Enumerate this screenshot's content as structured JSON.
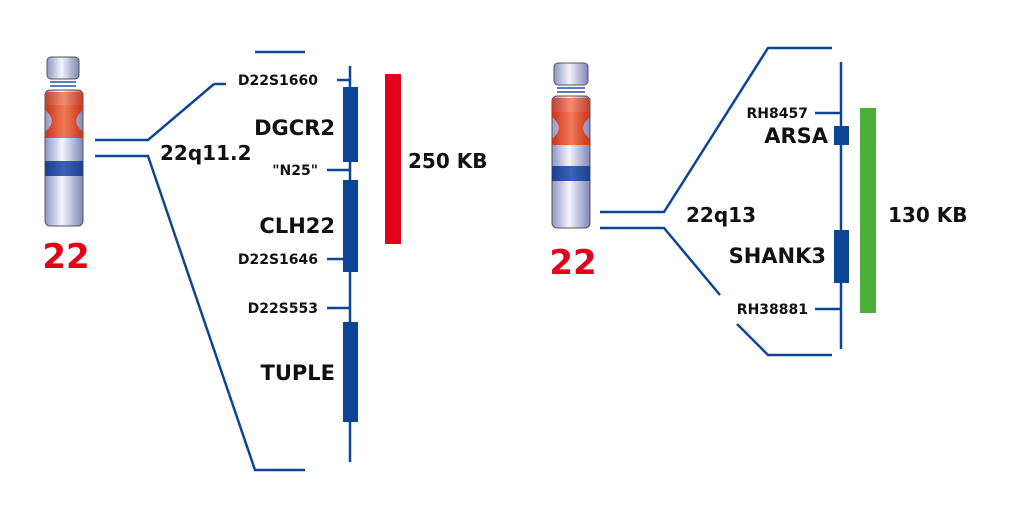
{
  "colors": {
    "line": "#0d4596",
    "chromosome_label": "#e3001b",
    "bar_left": "#e3001b",
    "bar_right": "#4caf3a",
    "centromere": "#e04a2a"
  },
  "left_panel": {
    "chromosome_label": "22",
    "band_label": "22q11.2",
    "markers": [
      "D22S1660",
      "\"N25\"",
      "D22S1646",
      "D22S553"
    ],
    "genes": [
      "DGCR2",
      "CLH22",
      "TUPLE"
    ],
    "size_label": "250 KB"
  },
  "right_panel": {
    "chromosome_label": "22",
    "band_label": "22q13",
    "markers": [
      "RH8457",
      "RH38881"
    ],
    "genes": [
      "ARSA",
      "SHANK3"
    ],
    "size_label": "130 KB"
  }
}
